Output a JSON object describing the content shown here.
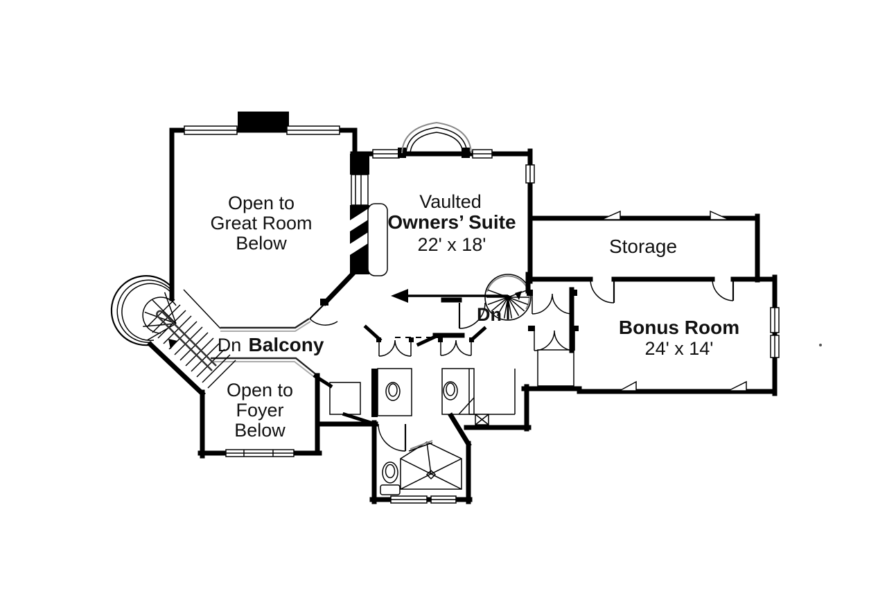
{
  "plan": {
    "great_room": {
      "line1": "Open to",
      "line2": "Great Room",
      "line3": "Below"
    },
    "owners_suite": {
      "line1": "Vaulted",
      "line2": "Owners’ Suite",
      "dims": "22' x 18'"
    },
    "storage": {
      "label": "Storage"
    },
    "bonus_room": {
      "label": "Bonus Room",
      "dims": "24' x 14'"
    },
    "balcony": {
      "dn": "Dn",
      "label": "Balcony"
    },
    "foyer": {
      "line1": "Open to",
      "line2": "Foyer",
      "line3": "Below"
    },
    "stairs": {
      "spiral_dn": "Dn"
    },
    "colors": {
      "wall": "#000000",
      "background": "#ffffff",
      "shading": "#999999"
    }
  }
}
